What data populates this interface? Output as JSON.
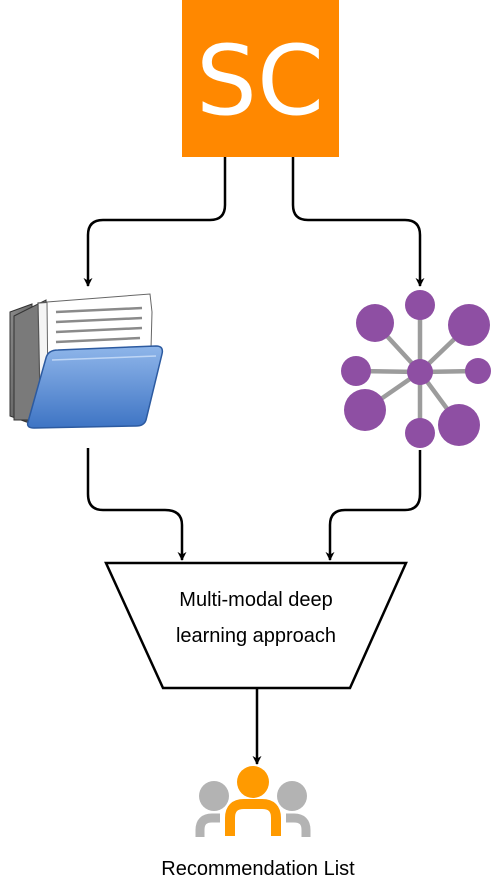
{
  "logo": {
    "text": "SC",
    "background_color": "#FF8800",
    "text_color": "#FFFFFF"
  },
  "nodes": {
    "documents": {
      "icon": "folder-documents-icon"
    },
    "graph": {
      "icon": "network-graph-icon",
      "color": "#8E4FA3"
    },
    "model": {
      "label_line1": "Multi-modal deep",
      "label_line2": "learning approach"
    },
    "output": {
      "icon": "users-group-icon",
      "label": "Recommendation List"
    }
  },
  "colors": {
    "folder_blue": "#5B8FD6",
    "user_orange": "#FF9A00",
    "user_gray": "#B3B3B3",
    "edge": "#000000"
  }
}
